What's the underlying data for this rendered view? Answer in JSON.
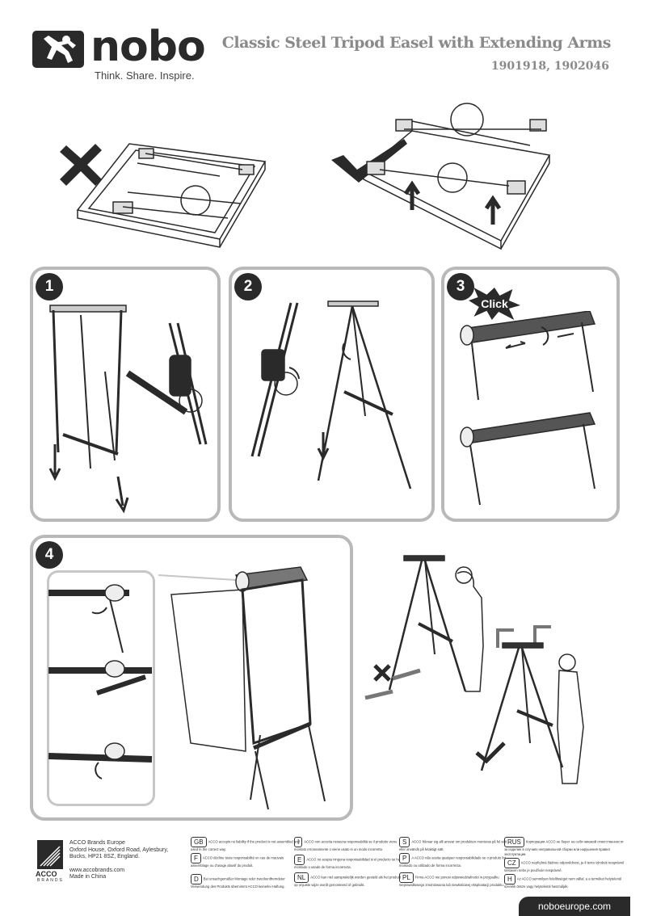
{
  "header": {
    "logo_word": "nobo",
    "logo_reg": "®",
    "tagline": "Think. Share. Inspire.",
    "title": "Classic Steel Tripod Easel with Extending Arms",
    "models": "1901918, 1902046"
  },
  "steps": [
    {
      "num": "1"
    },
    {
      "num": "2"
    },
    {
      "num": "3",
      "callout": "Click"
    },
    {
      "num": "4"
    }
  ],
  "footer": {
    "brand": "ACCO",
    "brand_sub": "BRANDS",
    "address": [
      "ACCO Brands Europe",
      "Oxford House, Oxford Road, Aylesbury,",
      "Bucks, HP21 8SZ, England.",
      "",
      "www.accobrands.com",
      "Made in China"
    ],
    "disclaimers": [
      {
        "code": "GB",
        "text": "ACCO accepts no liability if the product is not assembled and used in the correct way."
      },
      {
        "code": "F",
        "text": "ACCO décline toute responsabilité en cas de mauvais assemblage ou d'usage abusif du produit."
      },
      {
        "code": "D",
        "text": "Bei unsachgemäßer Montage oder zweckentfremdeter Verwendung des Produkts übernimmt ACCO keinerlei Haftung."
      },
      {
        "code": "I",
        "text": "ACCO non accetta nessuna responsabilità se il prodotto viene montato erroneamente o viene usato in un modo incorretto."
      },
      {
        "code": "E",
        "text": "ACCO no acepta ninguna responsabilidad si el producto se ha montado o usado de forma incorrecta."
      },
      {
        "code": "NL",
        "text": "ACCO kan niet aansprakelijk worden gesteld als het product op onjuiste wijze wordt gemonteerd of gebruikt."
      },
      {
        "code": "S",
        "text": "ACCO frånsar sig allt ansvar om produkten monteras på fel sätt eller används på felaktigt sätt."
      },
      {
        "code": "P",
        "text": "A ACCO não aceita qualquer responsabilidade se o produto for montado ou utilizado de forma incorrecta."
      },
      {
        "code": "PL",
        "text": "Firma ACCO nie ponosi odpowiedzialności w przypadku nieprawidłowego zmontowania lub niewłaściwej eksploatacji produktu."
      },
      {
        "code": "RUS",
        "text": "Корпорация ACCO не берет на себя никакой ответственности за изделие в случаях неправильной сборки или нарушения правил эксплуатации."
      },
      {
        "code": "CZ",
        "text": "ACCO nepřejímá žádnou odpovědnost, je-li tento výrobek nesprávně sestaven nebo je používán nesprávně."
      },
      {
        "code": "H",
        "text": "Az ACCO semmilyen felelősséget nem vállal, a a terméket helytelenül szerelik össze vagy helytelenül használják."
      }
    ],
    "url": "noboeurope.com"
  },
  "colors": {
    "ink": "#2a2a2a",
    "panel_border": "#b9b9b9",
    "title_grey": "#8a8a8a"
  }
}
